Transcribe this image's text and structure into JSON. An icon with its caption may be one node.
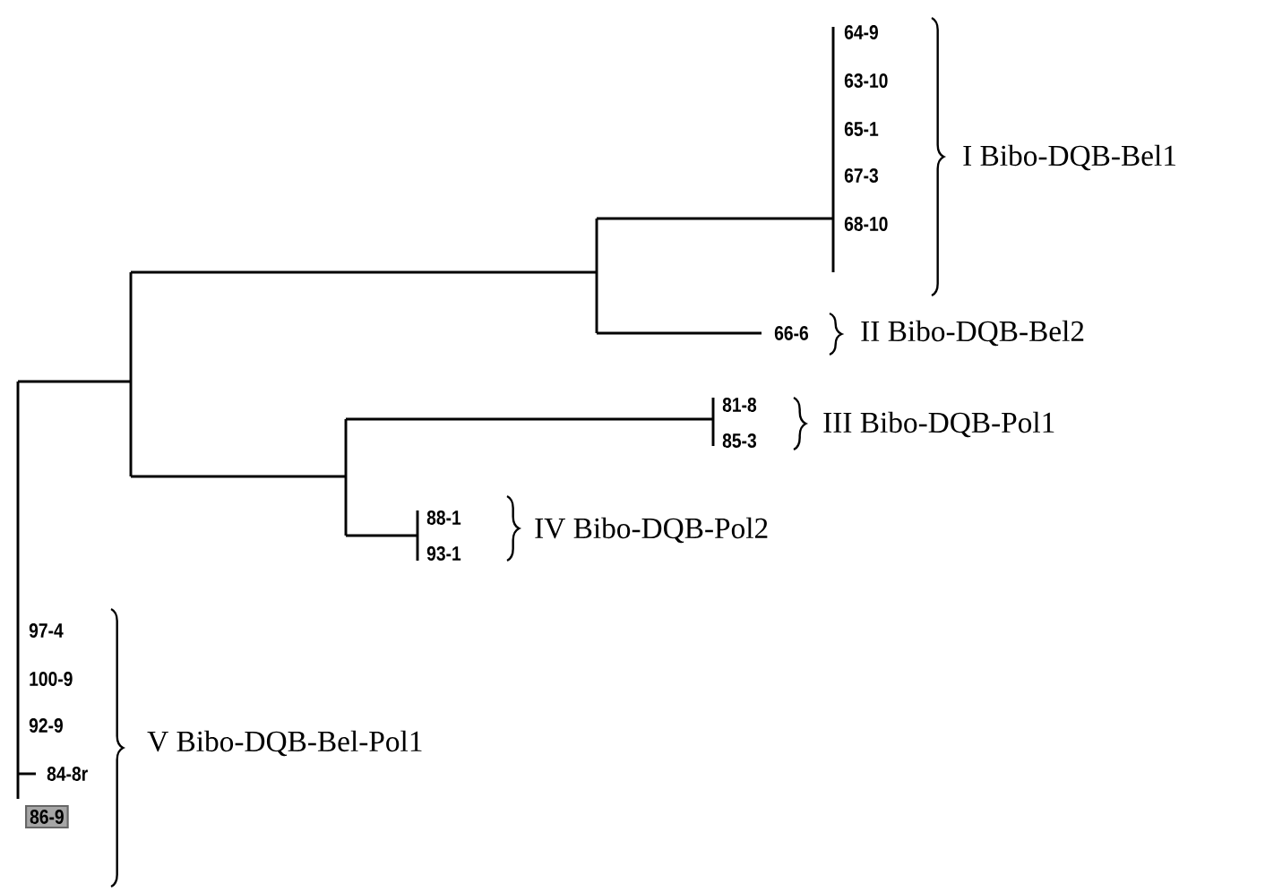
{
  "diagram": {
    "labels": [
      "64-9",
      "63-10",
      "65-1",
      "67-3",
      "68-10",
      "I Bibo-DQB-Bel1",
      "66-6",
      "II Bibo-DQB-Bel2",
      "81-8",
      "85-3",
      "III Bibo-DQB-Pol1",
      "88-1",
      "93-1",
      "IV Bibo-DQB-Pol2",
      "97-4",
      "100-9",
      "92-9",
      "84-8r",
      "86-9",
      "V Bibo-DQB-Bel-Pol1"
    ]
  }
}
